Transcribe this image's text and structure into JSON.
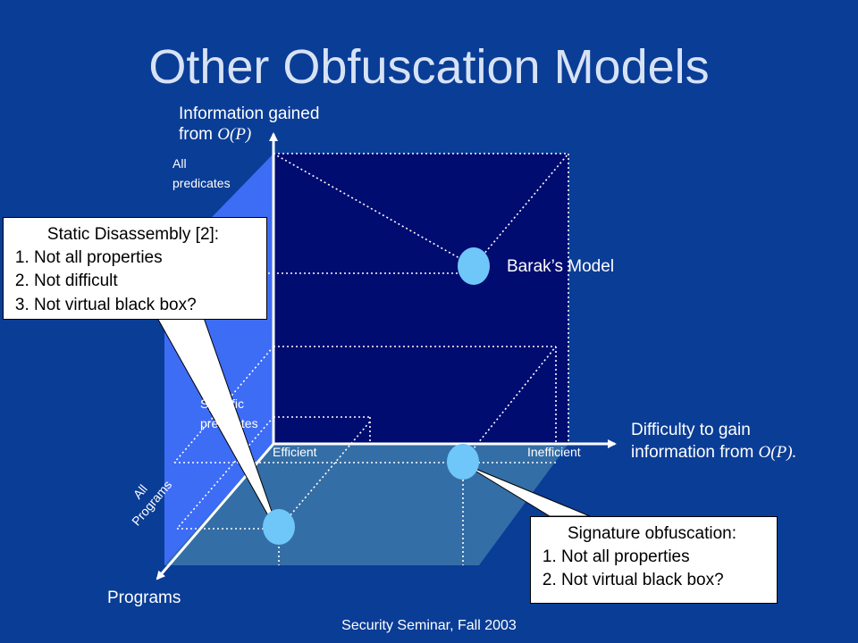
{
  "slide": {
    "title": "Other Obfuscation Models",
    "footer": "Security Seminar, Fall 2003"
  },
  "axes": {
    "vertical": {
      "title_line1": "Information gained",
      "title_line2_prefix": "from ",
      "title_line2_math": "O(P)",
      "top_label_line1": "All",
      "top_label_line2": "predicates",
      "lower_label_line1": "Specific",
      "lower_label_line2": "predicates"
    },
    "horizontal": {
      "title_line1": "Difficulty to gain",
      "title_line2_prefix": "information from ",
      "title_line2_math": "O(P).",
      "left_label": "Efficient",
      "right_label": "Inefficient"
    },
    "depth": {
      "title": "Programs",
      "near_label_line1": "All",
      "near_label_line2": "Programs"
    }
  },
  "points": {
    "barak_label": "Barak’s Model"
  },
  "callouts": {
    "static": {
      "heading": "Static Disassembly [2]:",
      "items": [
        "Not all properties",
        "Not difficult",
        "Not virtual black box?"
      ]
    },
    "signature": {
      "heading": "Signature obfuscation:",
      "items": [
        "Not all properties",
        "Not virtual black box?"
      ]
    }
  },
  "colors": {
    "background": "#0a3d96",
    "back_wall": "#000c70",
    "side_wall": "#3d6cf5",
    "floor": "#346ea6",
    "point": "#6fc6f8",
    "title": "#d7e3f5"
  }
}
